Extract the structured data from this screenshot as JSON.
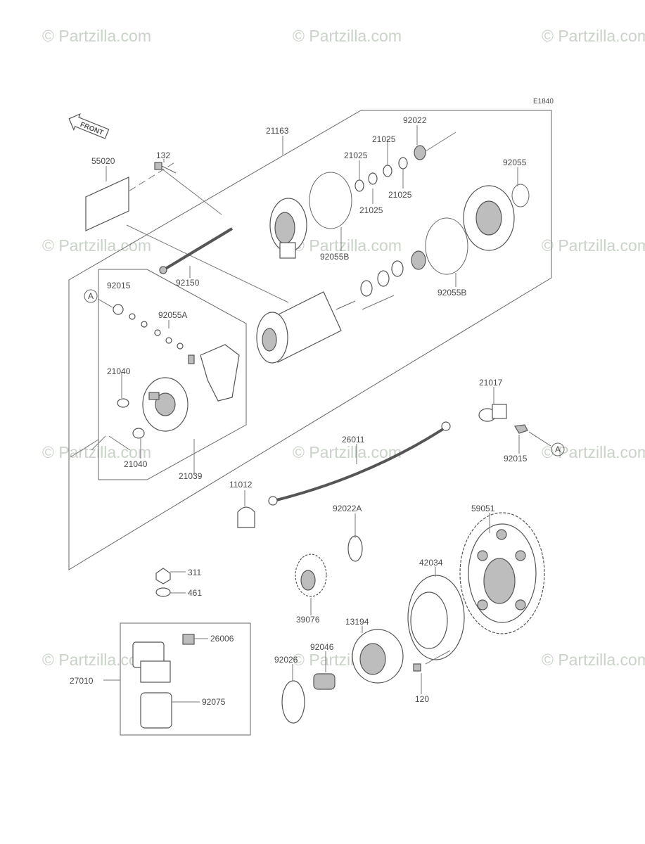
{
  "diagram": {
    "code": "E1840",
    "front_label": "FRONT",
    "ref_marker": "A",
    "watermark": "© Partzilla.com",
    "part_numbers": {
      "p55020": "55020",
      "p132": "132",
      "p21163": "21163",
      "p92022": "92022",
      "p21025a": "21025",
      "p21025b": "21025",
      "p21025c": "21025",
      "p21025d": "21025",
      "p92055": "92055",
      "p92055B_1": "92055B",
      "p92055B_2": "92055B",
      "p92150": "92150",
      "p92015_1": "92015",
      "p92055A": "92055A",
      "p21040_1": "21040",
      "p21040_2": "21040",
      "p21039": "21039",
      "p21017": "21017",
      "p92015_2": "92015",
      "p26011": "26011",
      "p11012": "11012",
      "p92022A": "92022A",
      "p59051": "59051",
      "p311": "311",
      "p461": "461",
      "p42034": "42034",
      "p39076": "39076",
      "p13194": "13194",
      "p26006": "26006",
      "p92046": "92046",
      "p92026": "92026",
      "p27010": "27010",
      "p92075": "92075",
      "p120": "120"
    }
  }
}
